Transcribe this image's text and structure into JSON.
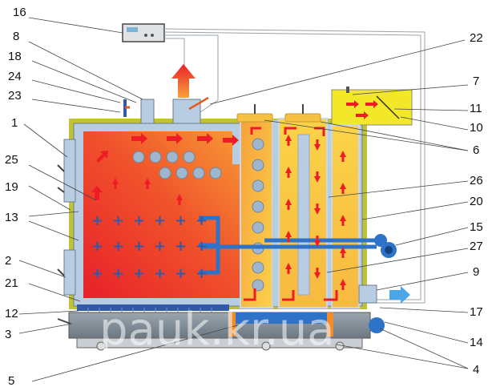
{
  "diagram": {
    "labels": {
      "l1": "1",
      "l2": "2",
      "l3": "3",
      "l4": "4",
      "l5": "5",
      "l6": "6",
      "l7": "7",
      "l8": "8",
      "l9": "9",
      "l10": "10",
      "l11": "11",
      "l12": "12",
      "l13": "13",
      "l14": "14",
      "l15": "15",
      "l16": "16",
      "l17": "17",
      "l18": "18",
      "l19": "19",
      "l20": "20",
      "l21": "21",
      "l22": "22",
      "l23": "23",
      "l24": "24",
      "l25": "25",
      "l26": "26",
      "l27": "27"
    },
    "watermark": "pauk.kr.ua",
    "colors": {
      "water_jacket": "#b9cde2",
      "insulation": "#c2c235",
      "fire_hot": "#e8202a",
      "fire_warm": "#f7a33a",
      "flue_gas": "#f9d648",
      "cold_water": "#2f73c9",
      "arrows": "#ee1c24"
    }
  }
}
